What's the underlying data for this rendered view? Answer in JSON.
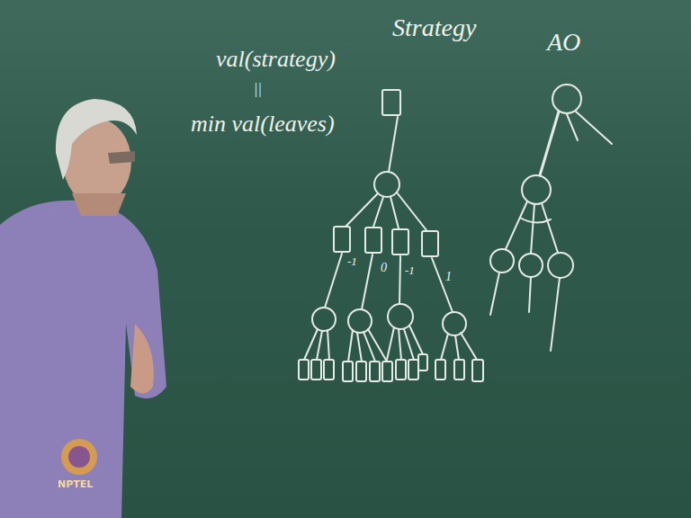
{
  "diagram": {
    "labels": [
      "val(strategy)",
      "||",
      "min val(leaves)",
      "Strategy",
      "AO",
      "-1",
      "0",
      "-1",
      "1",
      "NPTEL"
    ]
  }
}
